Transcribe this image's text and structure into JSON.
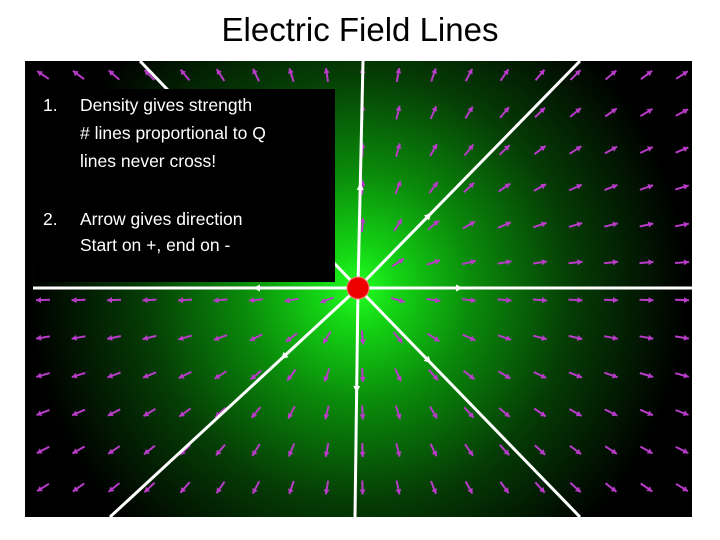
{
  "slide": {
    "title": "Electric Field Lines"
  },
  "list": {
    "items": [
      {
        "number": "1.",
        "lines": [
          "Density gives strength",
          "# lines proportional to Q",
          "lines never cross!"
        ]
      },
      {
        "number": "2.",
        "lines": [
          "Arrow gives direction",
          "Start on +, end on -"
        ]
      }
    ]
  },
  "diagram": {
    "charge_sign": "+",
    "colors": {
      "background": "#000000",
      "glow": "#22ff22",
      "field_line": "#ffffff",
      "vector_arrow": "#b83cc8",
      "charge": "#ee0000"
    }
  }
}
